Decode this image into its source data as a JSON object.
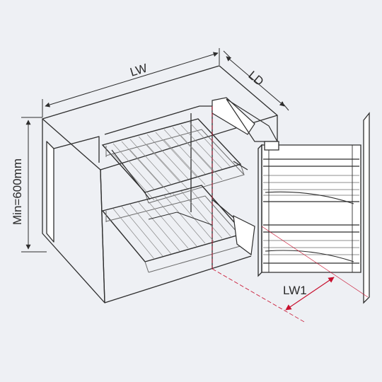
{
  "labels": {
    "lw": "LW",
    "ld": "LD",
    "height": "Min=600mm",
    "lw1": "LW1"
  },
  "colors": {
    "background": "#eef0f4",
    "line": "#2e2e2e",
    "basket": "#6a6a6a",
    "accent_red": "#c8102e"
  }
}
